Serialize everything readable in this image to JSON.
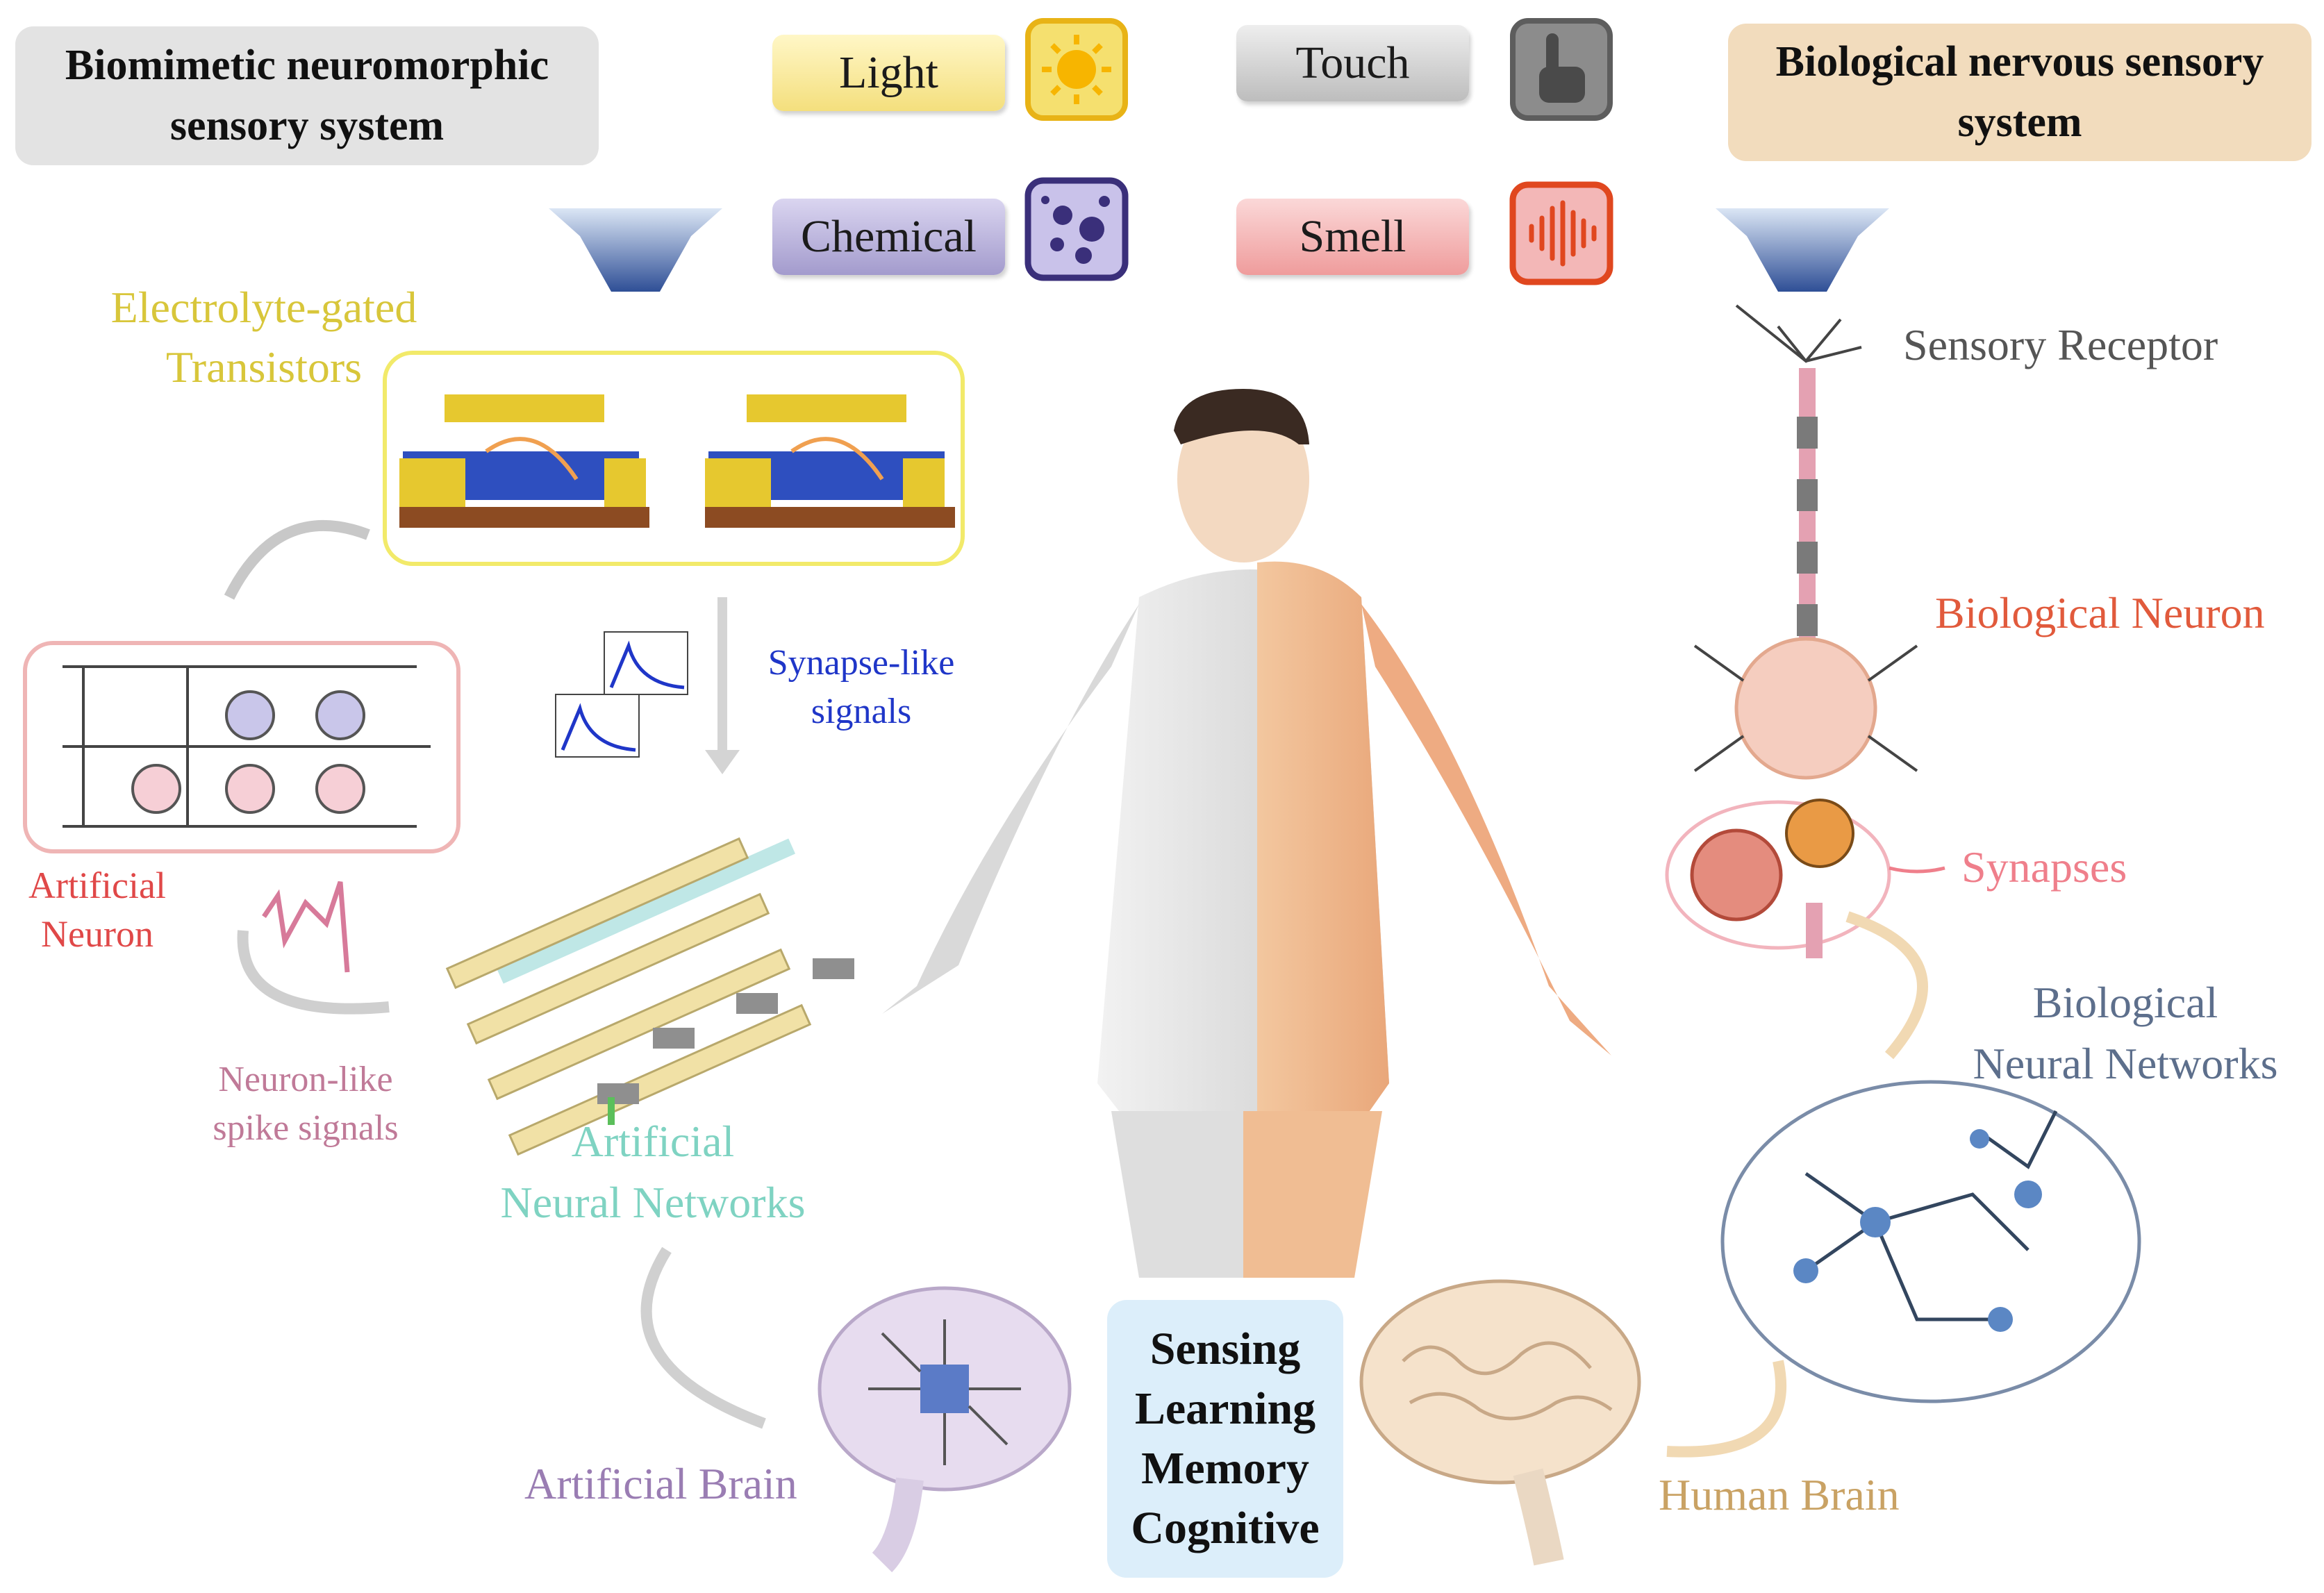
{
  "headers": {
    "left": "Biomimetic neuromorphic\nsensory system",
    "right": "Biological nervous sensory\nsystem"
  },
  "stimuli": {
    "light": "Light",
    "touch": "Touch",
    "chemical": "Chemical",
    "smell": "Smell"
  },
  "labels": {
    "electrolyte_gated": "Electrolyte-gated\nTransistors",
    "synapse_like": "Synapse-like\nsignals",
    "artificial_neuron": "Artificial\nNeuron",
    "neuron_like": "Neuron-like\nspike signals",
    "artificial_networks": "Artificial\nNeural Networks",
    "artificial_brain": "Artificial  Brain",
    "sensory_receptor": "Sensory Receptor",
    "biological_neuron": "Biological  Neuron",
    "synapses": "Synapses",
    "biological_networks": "Biological\nNeural Networks",
    "human_brain": "Human Brain"
  },
  "center": [
    "Sensing",
    "Learning",
    "Memory",
    "Cognitive"
  ],
  "colors": {
    "electrolyte": "#d8c63a",
    "synapse_like": "#1f36c8",
    "artificial_neuron": "#e04848",
    "neuron_like": "#c07a98",
    "artificial_networks": "#7fd3c2",
    "artificial_brain": "#9a7db3",
    "sensory_receptor": "#555555",
    "biological_neuron": "#e15a3c",
    "synapses": "#ef7f8b",
    "biological_networks": "#5d6f8c",
    "human_brain": "#c9a264",
    "arrow_blue": "#3f5fa6"
  },
  "icons": [
    "sun-icon",
    "touch-hand-icon",
    "particles-icon",
    "sound-wave-icon"
  ]
}
